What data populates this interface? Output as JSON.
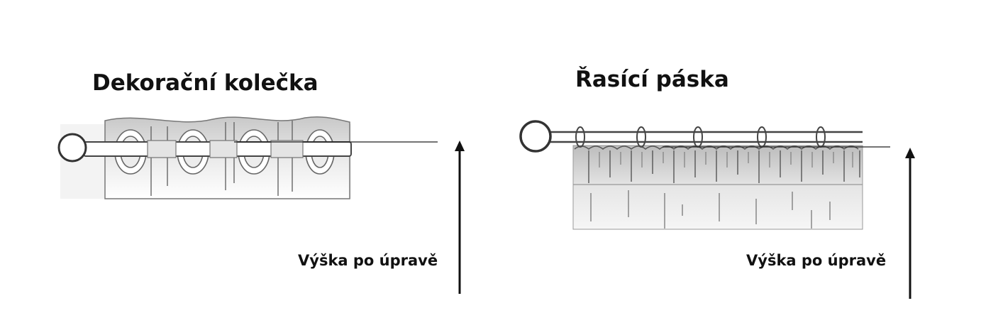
{
  "left_panel": {
    "title": "Dekorační kolečka",
    "caption": "Výška po úpravě"
  },
  "right_panel": {
    "title": "Řasící páska",
    "caption": "Výška po úpravě"
  },
  "colors": {
    "text": "#111111",
    "line": "#555555",
    "fabric_shade": "#d9d9d9"
  }
}
